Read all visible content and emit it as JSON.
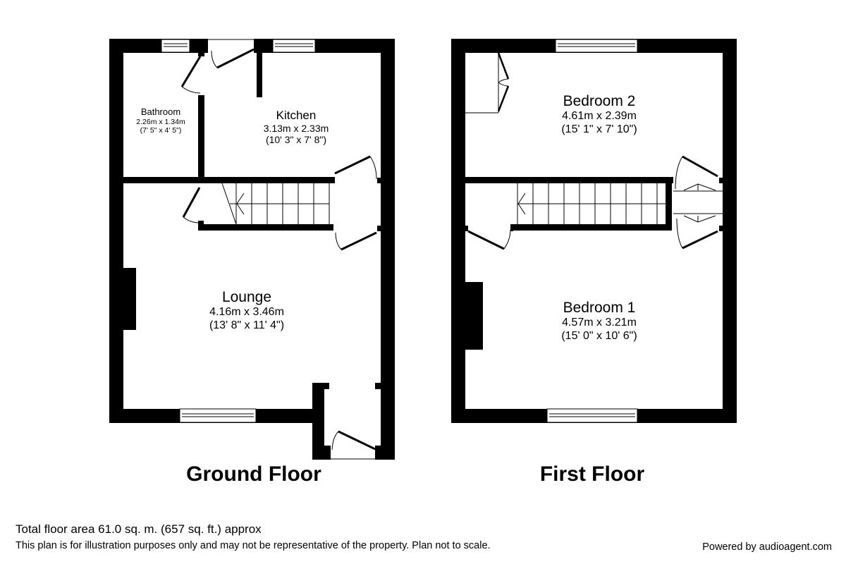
{
  "floors": [
    {
      "title": "Ground Floor",
      "rooms": [
        {
          "name": "Bathroom",
          "metric": "2.26m x 1.34m",
          "imperial": "(7' 5\" x 4' 5\")"
        },
        {
          "name": "Kitchen",
          "metric": "3.13m x 2.33m",
          "imperial": "(10' 3\" x 7' 8\")"
        },
        {
          "name": "Lounge",
          "metric": "4.16m x 3.46m",
          "imperial": "(13' 8\" x 11' 4\")"
        }
      ]
    },
    {
      "title": "First Floor",
      "rooms": [
        {
          "name": "Bedroom 2",
          "metric": "4.61m x 2.39m",
          "imperial": "(15' 1\" x 7' 10\")"
        },
        {
          "name": "Bedroom 1",
          "metric": "4.57m x 3.21m",
          "imperial": "(15' 0\" x 10' 6\")"
        }
      ]
    }
  ],
  "footer": {
    "total_area": "Total floor area 61.0 sq. m. (657 sq. ft.) approx",
    "disclaimer": "This plan is for illustration purposes only and may not be representative of the property. Plan not to scale.",
    "powered_by": "Powered by audioagent.com"
  },
  "colors": {
    "wall": "#000000",
    "background": "#ffffff",
    "window": "#ffffff"
  }
}
